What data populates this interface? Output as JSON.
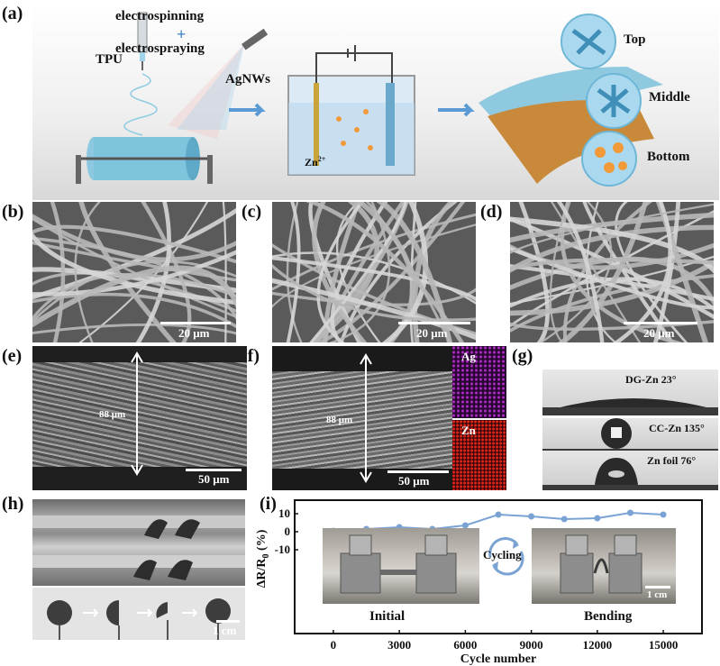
{
  "panels": {
    "a": "(a)",
    "b": "(b)",
    "c": "(c)",
    "d": "(d)",
    "e": "(e)",
    "f": "(f)",
    "g": "(g)",
    "h": "(h)",
    "i": "(i)"
  },
  "panel_a": {
    "tpu": "TPU",
    "electrospinning": "electrospinning",
    "plus": "+",
    "electrospraying": "electrospraying",
    "agnws": "AgNWs",
    "zn2": "Zn",
    "zn2_sup": "2+",
    "top": "Top",
    "middle": "Middle",
    "bottom": "Bottom"
  },
  "sem_scales": {
    "b": "20 μm",
    "c": "20 μm",
    "d": "20 μm",
    "e": "50 μm",
    "f": "50 μm"
  },
  "thickness": {
    "e": "88 μm",
    "f": "88 μm"
  },
  "eds": {
    "ag": "Ag",
    "zn": "Zn"
  },
  "contact_angles": [
    {
      "label": "DG-Zn",
      "angle": "23°"
    },
    {
      "label": "CC-Zn",
      "angle": "135°"
    },
    {
      "label": "Zn foil",
      "angle": "76°"
    }
  ],
  "panel_h": {
    "scale": "1 cm"
  },
  "panel_i": {
    "initial": "Initial",
    "bending": "Bending",
    "cycling": "Cycling",
    "scale": "1 cm"
  },
  "colors": {
    "fiber_blue": "#7fc4dd",
    "copper": "#c8893a",
    "ag_eds": "#9b1fb5",
    "zn_eds": "#c41e1e",
    "series": "#7aa3d4"
  },
  "chart_data": {
    "type": "line",
    "x": [
      0,
      1500,
      3000,
      4500,
      6000,
      7500,
      9000,
      10500,
      12000,
      13500,
      15000
    ],
    "series": [
      {
        "values": [
          0.5,
          1.5,
          2.5,
          1.5,
          3.5,
          9.5,
          8.5,
          7,
          7.5,
          10.5,
          9.5
        ]
      }
    ],
    "xlabel": "Cycle number",
    "ylabel": "ΔR/R",
    "ylabel_sub": "0",
    "ylabel_unit": " (%)",
    "xticks": [
      "0",
      "3000",
      "6000",
      "9000",
      "12000",
      "15000"
    ],
    "yticks": [
      "10",
      "0",
      "-10"
    ],
    "xlim": [
      -1800,
      16800
    ],
    "ylim": [
      -10,
      15
    ]
  }
}
